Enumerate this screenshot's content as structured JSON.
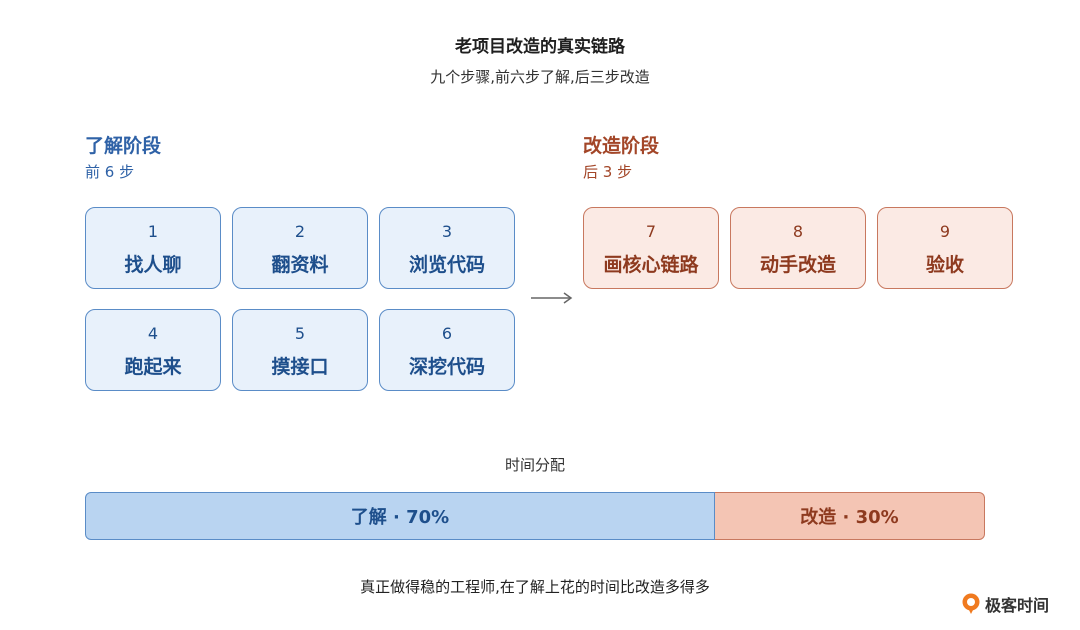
{
  "title": "老项目改造的真实链路",
  "subtitle": "九个步骤,前六步了解,后三步改造",
  "phases": {
    "understand": {
      "title": "了解阶段",
      "sub": "前 6 步"
    },
    "modify": {
      "title": "改造阶段",
      "sub": "后 3 步"
    }
  },
  "steps": [
    {
      "num": "1",
      "label": "找人聊"
    },
    {
      "num": "2",
      "label": "翻资料"
    },
    {
      "num": "3",
      "label": "浏览代码"
    },
    {
      "num": "4",
      "label": "跑起来"
    },
    {
      "num": "5",
      "label": "摸接口"
    },
    {
      "num": "6",
      "label": "深挖代码"
    },
    {
      "num": "7",
      "label": "画核心链路"
    },
    {
      "num": "8",
      "label": "动手改造"
    },
    {
      "num": "9",
      "label": "验收"
    }
  ],
  "time_allocation": {
    "title": "时间分配",
    "understand_label": "了解 · 70%",
    "understand_fraction": 0.7,
    "modify_label": "改造 · 30%",
    "modify_fraction": 0.3
  },
  "footer": "真正做得稳的工程师,在了解上花的时间比改造多得多",
  "logo": {
    "text": "极客时间",
    "icon": "geektime-logo-icon"
  },
  "colors": {
    "blue_accent": "#2f62a7",
    "blue_fill": "#e8f1fb",
    "red_accent": "#a34628",
    "red_fill": "#fbeae4"
  }
}
